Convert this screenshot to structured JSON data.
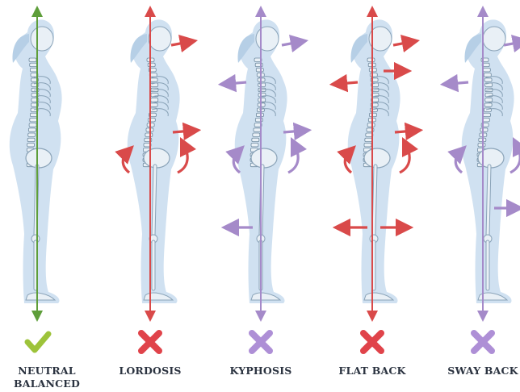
{
  "postures": [
    {
      "id": "neutral",
      "lines": [
        "NEUTRAL",
        "BALANCED"
      ],
      "status": "check",
      "color": "#5e9e3a",
      "mark_color": "#9dc33a",
      "shift": 0,
      "arrows": []
    },
    {
      "id": "lordosis",
      "lines": [
        "LORDOSIS"
      ],
      "status": "cross",
      "color": "#d94a4a",
      "mark_color": "#e0434a",
      "shift": 6,
      "arrows": [
        "head-right",
        "belly-right",
        "pelvis-tilt"
      ]
    },
    {
      "id": "kyphosis",
      "lines": [
        "KYPHOSIS"
      ],
      "status": "cross",
      "color": "#a58ac9",
      "mark_color": "#ae8fd6",
      "shift": 2,
      "arrows": [
        "head-right",
        "upper-back-left",
        "belly-right",
        "pelvis-tilt",
        "knee-left"
      ]
    },
    {
      "id": "flatback",
      "lines": [
        "FLAT BACK"
      ],
      "status": "cross",
      "color": "#d94a4a",
      "mark_color": "#e0434a",
      "shift": 4,
      "arrows": [
        "head-right",
        "neck-right",
        "upper-back-left",
        "pelvis-tilt",
        "belly-right",
        "knee-both"
      ]
    },
    {
      "id": "swayback",
      "lines": [
        "SWAY BACK"
      ],
      "status": "cross",
      "color": "#a58ac9",
      "mark_color": "#ae8fd6",
      "shift": 8,
      "arrows": [
        "head-right",
        "upper-back-left",
        "pelvis-tilt",
        "knee-right"
      ]
    }
  ],
  "colors": {
    "body": "#c8dcee",
    "bone": "#e9f0f6",
    "bone_stroke": "#8aa3b8",
    "spine": "#6f8aa0"
  }
}
